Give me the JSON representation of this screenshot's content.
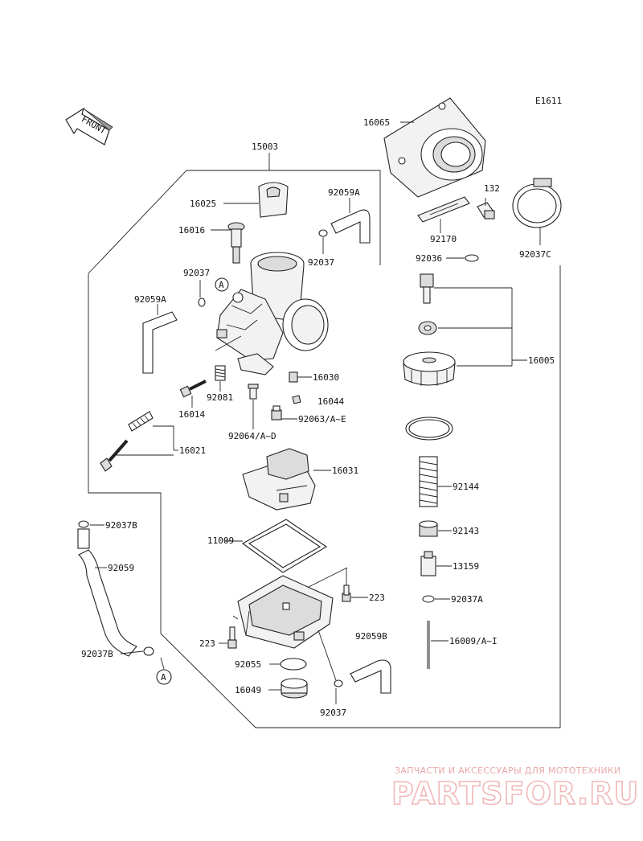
{
  "diagram_code": "E1611",
  "front_label": "FRONT",
  "callouts": {
    "c15003": "15003",
    "c16025": "16025",
    "c16016": "16016",
    "c92037_top": "92037",
    "c92059A_top": "92059A",
    "c92037_mid": "92037",
    "c92059A_left": "92059A",
    "c16065": "16065",
    "c132": "132",
    "c92170": "92170",
    "c92037C": "92037C",
    "c92036": "92036",
    "c16005": "16005",
    "c16030": "16030",
    "c16044": "16044",
    "c92081": "92081",
    "c16014": "16014",
    "c92063": "92063/A~E",
    "c92064": "92064/A~D",
    "c16021": "16021",
    "c16031": "16031",
    "c92144": "92144",
    "c92037B_top": "92037B",
    "c92143": "92143",
    "c11009": "11009",
    "c13159": "13159",
    "c92059": "92059",
    "c223_right": "223",
    "c92037A": "92037A",
    "c92059B": "92059B",
    "c223_left": "223",
    "c16009": "16009/A~I",
    "c92037B_bottom": "92037B",
    "c92055": "92055",
    "c16049": "16049",
    "c92037_bottom": "92037"
  },
  "ref_marker": "A",
  "watermark": {
    "tagline": "ЗАПЧАСТИ И АКСЕССУАРЫ ДЛЯ МОТОТЕХНИКИ",
    "logo": "PARTSFOR.RU",
    "color": "#e8a8a8"
  }
}
